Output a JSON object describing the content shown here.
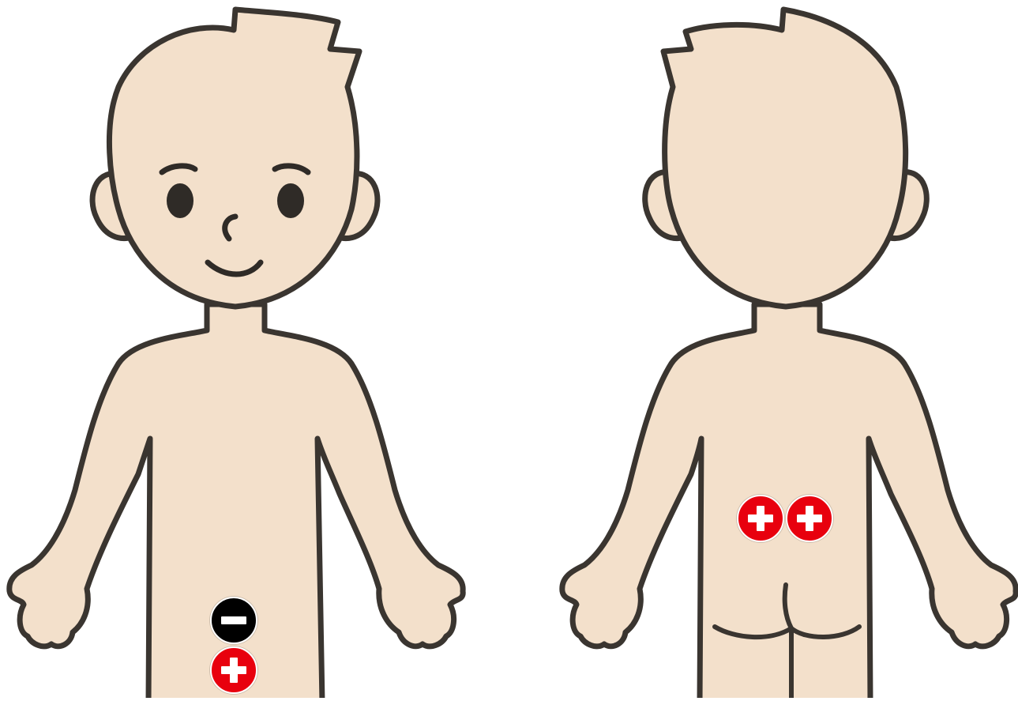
{
  "colors": {
    "skin": "#F3E0CB",
    "outline": "#3A3530",
    "features": "#2F2B27",
    "plus_marker": "#E8000E",
    "minus_marker": "#000000",
    "marker_symbol": "#FFFFFF",
    "background": "#FFFFFF"
  },
  "figures": [
    {
      "view": "front",
      "icon": "child-front-icon"
    },
    {
      "view": "back",
      "icon": "child-back-icon"
    }
  ],
  "markers": [
    {
      "figure": "front",
      "type": "minus",
      "icon": "minus-circle-icon"
    },
    {
      "figure": "front",
      "type": "plus",
      "icon": "plus-circle-icon"
    },
    {
      "figure": "back",
      "type": "plus",
      "icon": "plus-circle-icon"
    },
    {
      "figure": "back",
      "type": "plus",
      "icon": "plus-circle-icon"
    }
  ]
}
